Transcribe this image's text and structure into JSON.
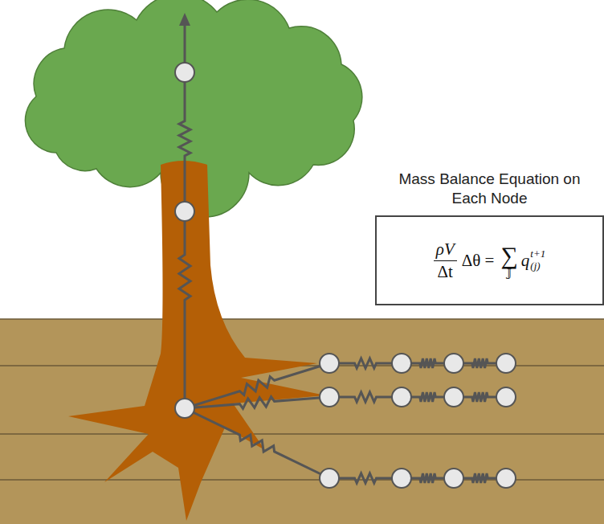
{
  "diagram": {
    "nodes": [
      {
        "text": [
          "Mass Balance Equation on Each Node",
          "ρV",
          "Δt",
          "Δθ =",
          "∑",
          "𝕁",
          "q",
          "t+1",
          "(j)"
        ]
      }
    ]
  }
}
